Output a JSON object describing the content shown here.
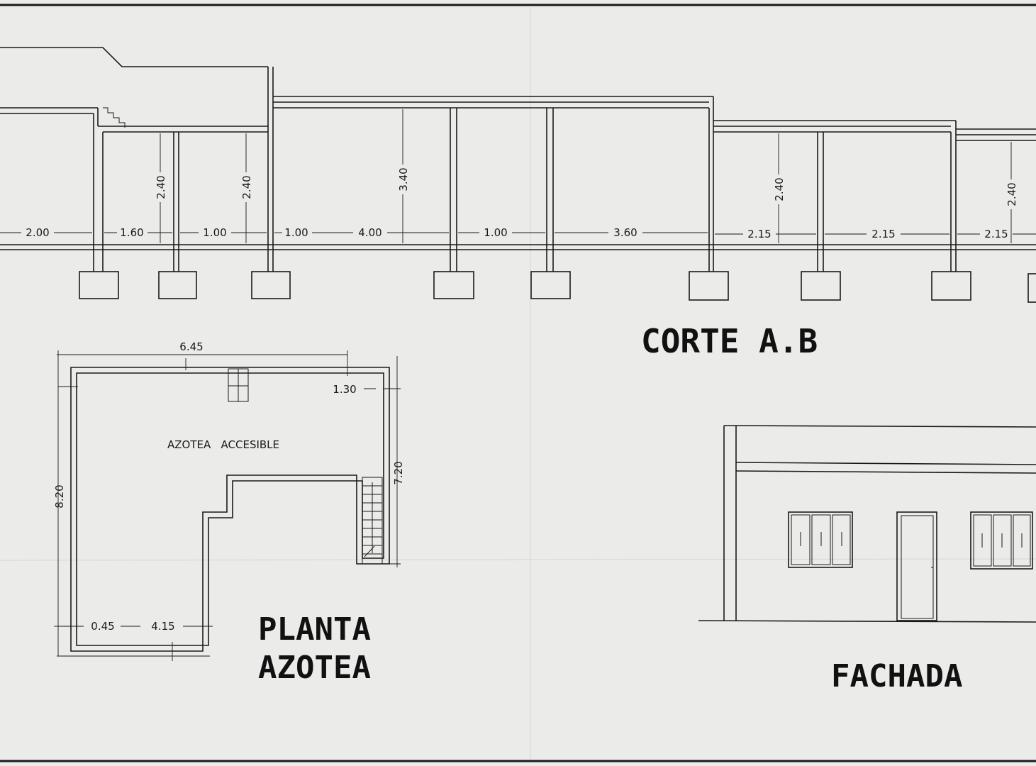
{
  "titles": {
    "corte": "CORTE A.B",
    "planta_line1": "PLANTA",
    "planta_line2": "AZOTEA",
    "fachada": "FACHADA"
  },
  "labels": {
    "azotea_accesible": "AZOTEA   ACCESIBLE"
  },
  "dimensions": {
    "section_spans": [
      "2.00",
      "1.60",
      "1.00",
      "1.00",
      "4.00",
      "1.00",
      "3.60",
      "2.15",
      "2.15",
      "2.15"
    ],
    "section_heights": [
      "2.40",
      "2.40",
      "3.40",
      "2.40",
      "2.40"
    ],
    "plan": {
      "top": "6.45",
      "side_small": "1.30",
      "left_height": "8.20",
      "right_height": "7.20",
      "bottom_a": "0.45",
      "bottom_b": "4.15"
    }
  }
}
